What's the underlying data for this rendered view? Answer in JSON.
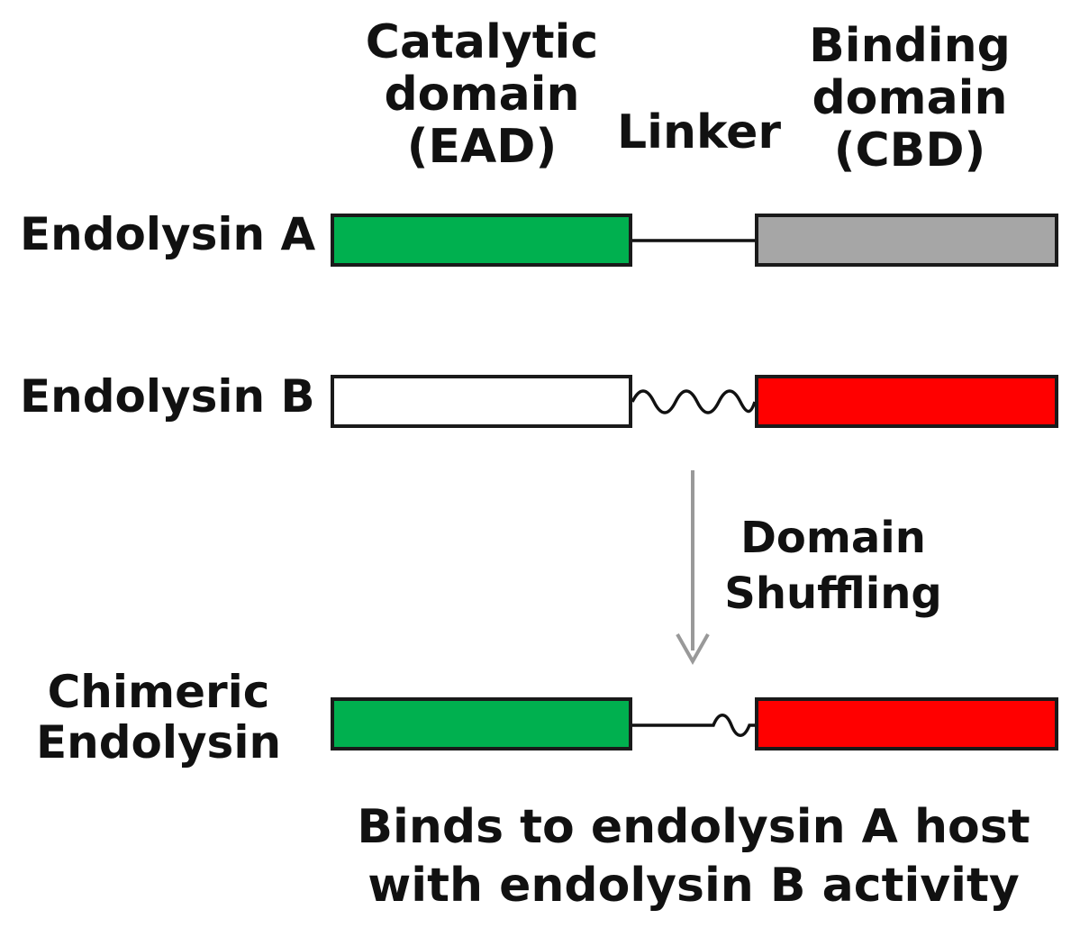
{
  "headers": {
    "catalytic": [
      "Catalytic",
      "domain",
      "(EAD)"
    ],
    "linker": "Linker",
    "binding": [
      "Binding",
      "domain",
      "(CBD)"
    ]
  },
  "rows": {
    "endolysin_a": {
      "label": "Endolysin A",
      "ead_color": "#00b04f",
      "cbd_color": "#a6a6a6",
      "linker_style": "straight"
    },
    "endolysin_b": {
      "label": "Endolysin B",
      "ead_color": "#ffffff",
      "cbd_color": "#ff0000",
      "linker_style": "wavy"
    },
    "chimeric": {
      "label": [
        "Chimeric",
        "Endolysin"
      ],
      "ead_color": "#00b04f",
      "cbd_color": "#ff0000",
      "linker_style": "straight-then-wavy"
    }
  },
  "process": {
    "label": [
      "Domain",
      "Shuffling"
    ],
    "arrow_color": "#999999",
    "arrow_icon": "down-arrow-icon"
  },
  "result": [
    "Binds to endolysin A host",
    "with endolysin B activity"
  ]
}
